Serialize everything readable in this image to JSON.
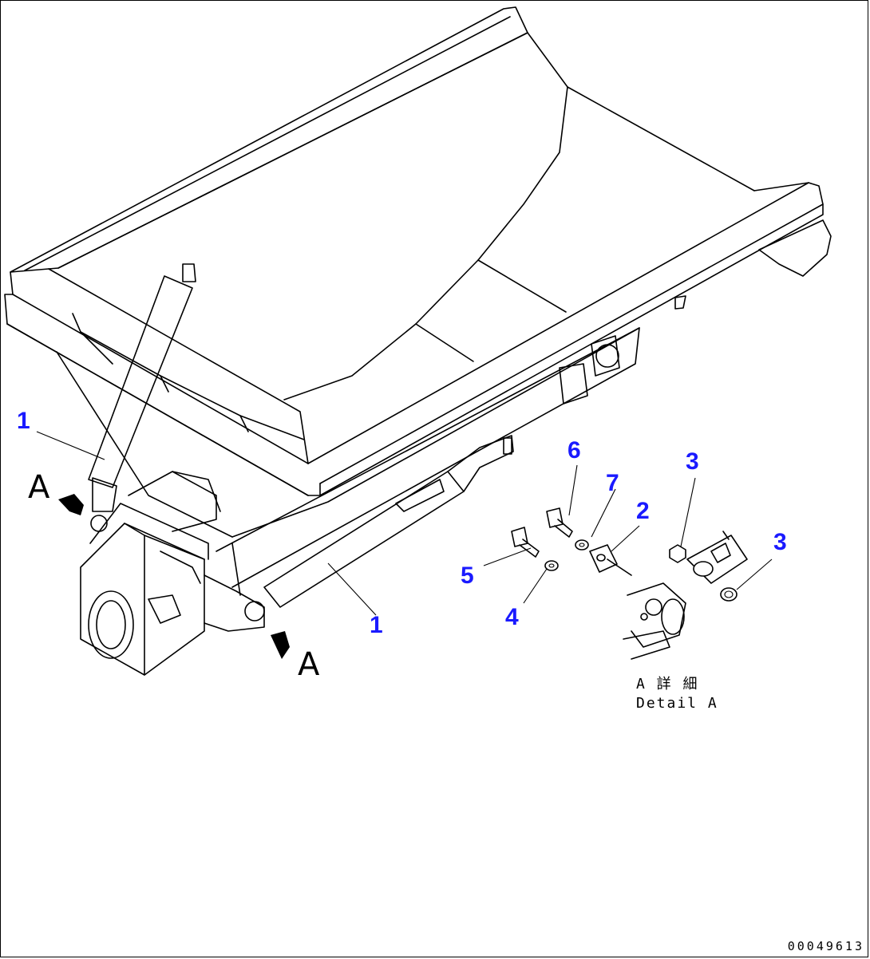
{
  "callouts": {
    "c1_left": "1",
    "c1_bottom": "1",
    "c2": "2",
    "c3_top": "3",
    "c3_right": "3",
    "c4": "4",
    "c5": "5",
    "c6": "6",
    "c7": "7"
  },
  "view_labels": {
    "left": "A",
    "bottom": "A"
  },
  "detail_caption": {
    "jp": "A 詳 細",
    "en": "Detail A"
  },
  "drawing_number": "00049613",
  "colors": {
    "callout": "#1a1aff",
    "line": "#000000",
    "background": "#ffffff"
  }
}
